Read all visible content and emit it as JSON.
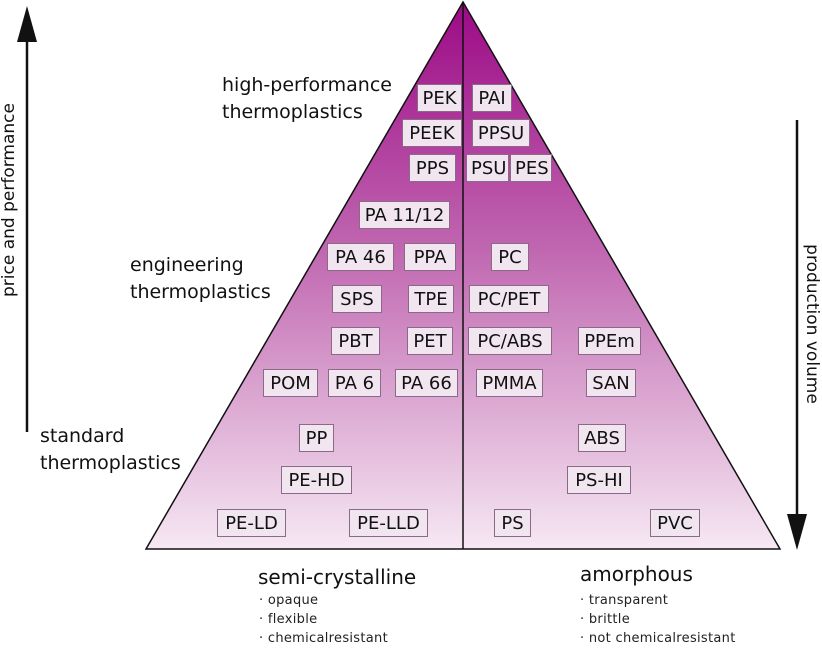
{
  "axes": {
    "left": "price and performance",
    "right": "production volume"
  },
  "tiers": {
    "high": [
      "high-performance",
      "thermoplastics"
    ],
    "engineering": [
      "engineering",
      "thermoplastics"
    ],
    "standard": [
      "standard",
      "thermoplastics"
    ]
  },
  "materials": {
    "PEK": "PEK",
    "PAI": "PAI",
    "PEEK": "PEEK",
    "PPSU": "PPSU",
    "PPS": "PPS",
    "PSU": "PSU",
    "PES": "PES",
    "PA1112": "PA 11/12",
    "PA46": "PA 46",
    "PPA": "PPA",
    "PC": "PC",
    "SPS": "SPS",
    "TPE": "TPE",
    "PCPET": "PC/PET",
    "PBT": "PBT",
    "PET": "PET",
    "PCABS": "PC/ABS",
    "PPEm": "PPEm",
    "POM": "POM",
    "PA6": "PA 6",
    "PA66": "PA 66",
    "PMMA": "PMMA",
    "SAN": "SAN",
    "PP": "PP",
    "ABS": "ABS",
    "PEHD": "PE-HD",
    "PSHI": "PS-HI",
    "PELD": "PE-LD",
    "PELLD": "PE-LLD",
    "PS": "PS",
    "PVC": "PVC"
  },
  "footer": {
    "semi_crystalline": {
      "title": "semi-crystalline",
      "props": [
        "opaque",
        "flexible",
        "chemicalresistant"
      ]
    },
    "amorphous": {
      "title": "amorphous",
      "props": [
        "transparent",
        "brittle",
        "not chemicalresistant"
      ]
    }
  },
  "colors": {
    "apex": "#9c0a86",
    "base": "#f6e8f3",
    "box_fill": "#f1e6f0",
    "box_border": "#8a6a86"
  }
}
